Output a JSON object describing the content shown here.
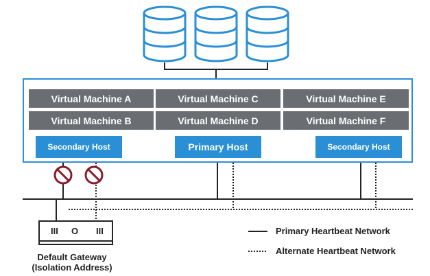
{
  "virtual_machines": [
    {
      "label": "Virtual Machine A"
    },
    {
      "label": "Virtual Machine C"
    },
    {
      "label": "Virtual Machine E"
    },
    {
      "label": "Virtual Machine B"
    },
    {
      "label": "Virtual Machine D"
    },
    {
      "label": "Virtual Machine F"
    }
  ],
  "hosts": [
    {
      "label": "Secondary Host",
      "role": "secondary"
    },
    {
      "label": "Primary Host",
      "role": "primary"
    },
    {
      "label": "Secondary Host",
      "role": "secondary"
    }
  ],
  "gateway": {
    "line1": "Default Gateway",
    "line2": "(Isolation Address)",
    "glyph_left": "III",
    "glyph_mid": "O",
    "glyph_right": "III"
  },
  "legend": {
    "primary": "Primary Heartbeat Network",
    "alternate": "Alternate Heartbeat Network"
  },
  "colors": {
    "accent_blue": "#2b8fd6",
    "vm_gray": "#6a6e72",
    "blocked_red": "#8b1c2c",
    "line": "#222222"
  },
  "icons": {
    "storage": "database-cylinder-icon",
    "blocked": "no-entry-icon"
  }
}
